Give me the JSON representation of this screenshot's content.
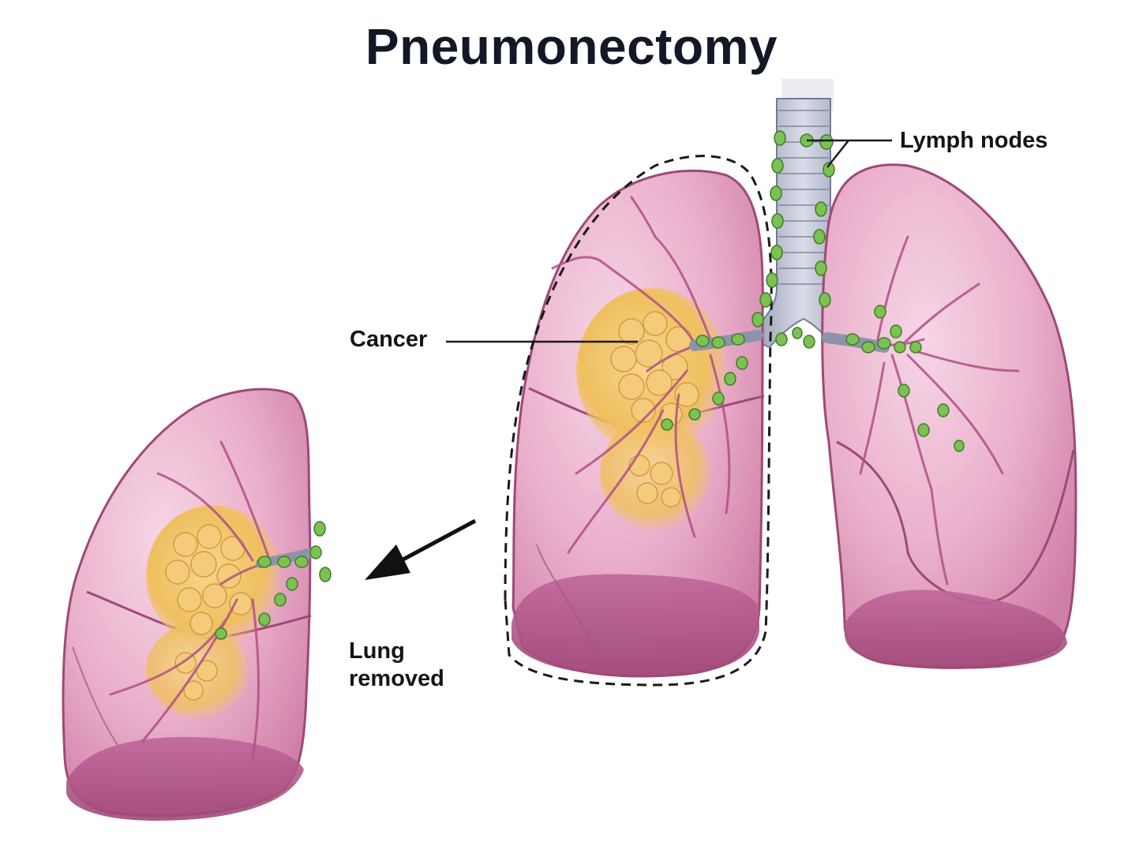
{
  "title": "Pneumonectomy",
  "labels": {
    "cancer": "Cancer",
    "lymph_nodes": "Lymph nodes",
    "lung_removed_line1": "Lung",
    "lung_removed_line2": "removed"
  },
  "colors": {
    "lung_pink": "#e9a9c6",
    "lung_dark": "#b75a88",
    "vessel": "#b24f86",
    "tumor": "#f1c36a",
    "lymph_node": "#7cc152",
    "trachea": "#aab0c4"
  }
}
